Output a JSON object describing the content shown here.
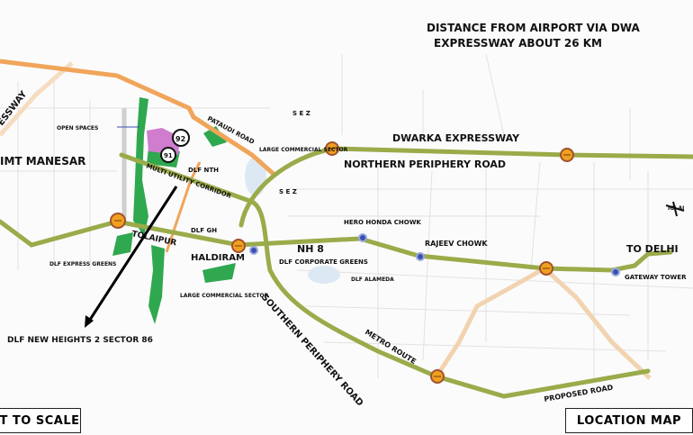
{
  "title": {
    "line1": "DISTANCE FROM AIRPORT VIA DWA",
    "line2": "EXPRESSWAY ABOUT 26 KM"
  },
  "labels": {
    "expressway": "ESSWAY",
    "open_spaces": "OPEN SPACES",
    "pataudi_road": "PATAUDI ROAD",
    "sector_92": "92",
    "sector_91": "91",
    "large_commercial_top": "LARGE COMMERCIAL SECTOR",
    "sez1": "S E Z",
    "sez2": "S E Z",
    "imt_manesar": "IMT MANESAR",
    "dlf_nth": "DLF NTH",
    "multi_utility_corridor": "MULTI UTILITY CORRIDOR",
    "dwarka_expressway": "DWARKA EXPRESSWAY",
    "northern_periphery_road": "NORTHERN PERIPHERY ROAD",
    "dlf_gh": "DLF GH",
    "tollaipur": "TOLAIPUR",
    "dlf_express_greens": "DLF EXPRESS GREENS",
    "haldiram": "HALDIRAM",
    "nh8": "NH 8",
    "hero_honda_chowk": "HERO HONDA CHOWK",
    "dlf_corporate_greens": "DLF CORPORATE GREENS",
    "rajeev_chowk": "RAJEEV CHOWK",
    "dlf_alameda": "DLF ALAMEDA",
    "igi_airport": "IGI AI",
    "to_delhi": "TO DELHI",
    "gateway_tower": "GATEWAY TOWER",
    "large_commercial_bottom": "LARGE COMMERCIAL SECTOR",
    "southern_periphery_road": "SOUTHERN PERIPHERY ROAD",
    "metro_route": "METRO ROUTE",
    "proposed_road": "PROPOSED ROAD",
    "dlf_new_heights": "DLF NEW HEIGHTS 2 SECTOR 86"
  },
  "footer": {
    "scale_note": "T TO SCALE",
    "map_type": "LOCATION MAP"
  },
  "colors": {
    "main_road": "#9aab4a",
    "orange_road": "#f0a55a",
    "proposed_road": "#f2d3b0",
    "green_space": "#2fa84f",
    "pink_sector": "#d07ccf",
    "metro": "#f0a020",
    "blue_dot": "#3b4fb0"
  }
}
